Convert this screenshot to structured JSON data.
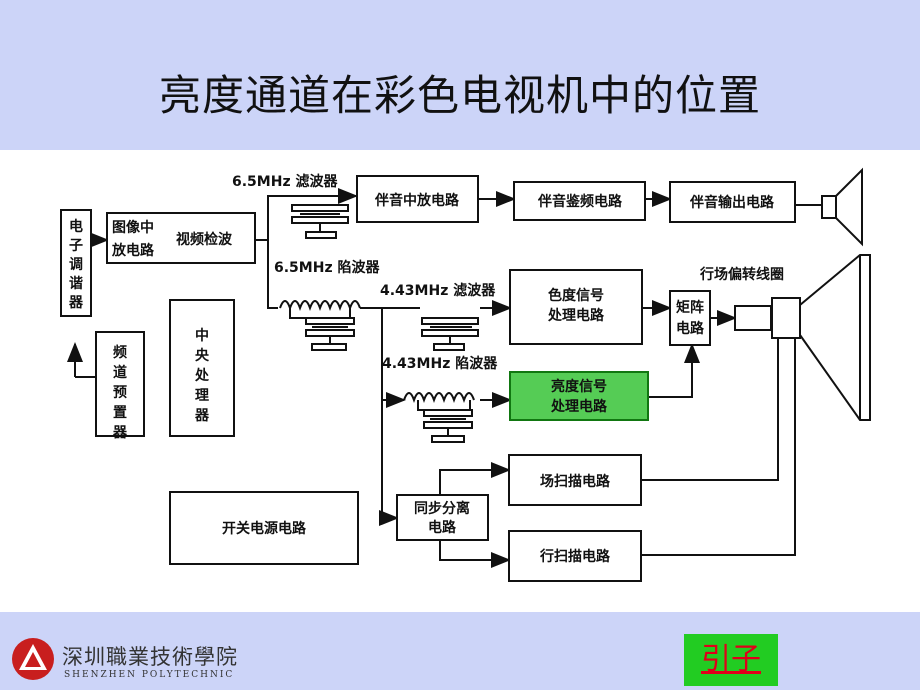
{
  "title": "亮度通道在彩色电视机中的位置",
  "blocks": {
    "tuner": "电子调谐器",
    "if_amp_line1": "图像中",
    "if_amp_line2": "放电路",
    "video_detect": "视频检波",
    "channel_preset": "频道预置器",
    "cpu": "中央处理器",
    "sound_if": "伴音中放电路",
    "sound_discr": "伴音鉴频电路",
    "sound_out": "伴音输出电路",
    "chroma_line1": "色度信号",
    "chroma_line2": "处理电路",
    "luma_line1": "亮度信号",
    "luma_line2": "处理电路",
    "matrix_line1": "矩阵",
    "matrix_line2": "电路",
    "field_scan": "场扫描电路",
    "sync_sep_line1": "同步分离",
    "sync_sep_line2": "电路",
    "line_scan": "行扫描电路",
    "power": "开关电源电路"
  },
  "labels": {
    "filter_65": "6.5MHz 滤波器",
    "trap_65": "6.5MHz 陷波器",
    "filter_443": "4.43MHz 滤波器",
    "trap_443": "4.43MHz 陷波器",
    "yoke": "行场偏转线圈"
  },
  "footer": {
    "logo_cn": "深圳職業技術學院",
    "logo_en": "SHENZHEN POLYTECHNIC",
    "intro_button": "引子"
  },
  "colors": {
    "header_band": "#ccd4f8",
    "highlight_box": "#55cc55",
    "button_bg": "#22cc22",
    "button_text": "#e0001a"
  }
}
